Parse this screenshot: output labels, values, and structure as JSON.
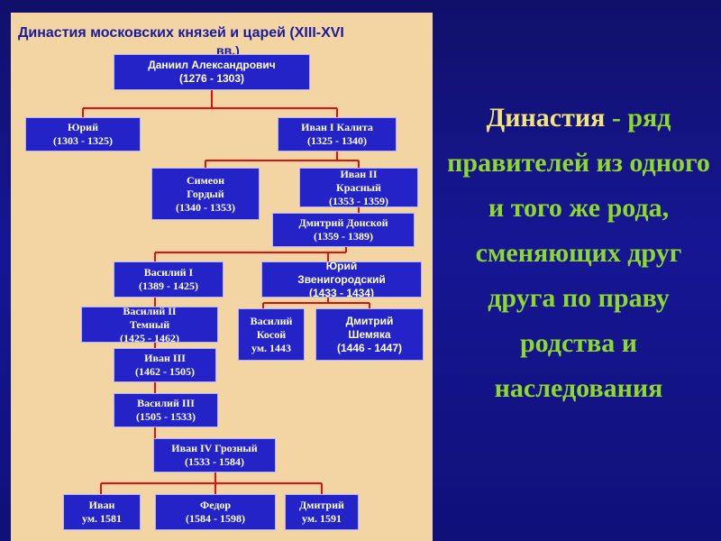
{
  "tree": {
    "title": "Династия московских князей и царей (XIII-XVI",
    "title_tail": "вв.)",
    "nodes": [
      {
        "id": "daniil",
        "name": "Даниил Александрович",
        "dates": "(1276 - 1303)"
      },
      {
        "id": "yuri1",
        "name": "Юрий",
        "dates": "(1303 - 1325)"
      },
      {
        "id": "ivan1",
        "name": "Иван I Калита",
        "dates": "(1325 - 1340)"
      },
      {
        "id": "simeon",
        "name": "Симеон",
        "name2": "Гордый",
        "dates": "(1340 - 1353)"
      },
      {
        "id": "ivan2",
        "name": "Иван II",
        "name2": "Красный",
        "dates": "(1353 - 1359)"
      },
      {
        "id": "dmitry",
        "name": "Дмитрий Донской",
        "dates": "(1359 - 1389)"
      },
      {
        "id": "vasily1",
        "name": "Василий I",
        "dates": "(1389 - 1425)"
      },
      {
        "id": "yuriz",
        "name": "Юрий",
        "name2": "Звенигородский",
        "dates": "(1433 - 1434)"
      },
      {
        "id": "vasily2",
        "name": "Василий II",
        "name2": "Темный",
        "dates": "(1425 - 1462)"
      },
      {
        "id": "vkosoy",
        "name": "Василий",
        "name2": "Косой",
        "dates": "ум. 1443"
      },
      {
        "id": "shemyaka",
        "name": "Дмитрий",
        "name2": "Шемяка",
        "dates": "(1446 - 1447)"
      },
      {
        "id": "ivan3",
        "name": "Иван III",
        "dates": "(1462 - 1505)"
      },
      {
        "id": "vasily3",
        "name": "Василий III",
        "dates": "(1505 - 1533)"
      },
      {
        "id": "ivan4",
        "name": "Иван IV Грозный",
        "dates": "(1533 - 1584)"
      },
      {
        "id": "ivan_son",
        "name": "Иван",
        "dates": "ум. 1581"
      },
      {
        "id": "fedor",
        "name": "Федор",
        "dates": "(1584 - 1598)"
      },
      {
        "id": "dmitry_son",
        "name": "Дмитрий",
        "dates": "ум. 1591"
      }
    ]
  },
  "definition": {
    "term": "Династия",
    "text": " - ряд правителей из одного и того же рода, сменяющих друг друга по праву родства и наследования"
  },
  "colors": {
    "background": "#14148a",
    "panel": "#f3d5a4",
    "node": "#2323c8",
    "connector": "#e01010",
    "term": "#f2e47a",
    "definition": "#8ed82c"
  }
}
